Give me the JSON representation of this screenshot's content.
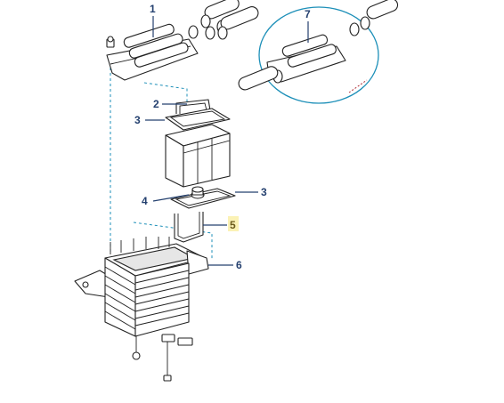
{
  "diagram": {
    "callouts": [
      {
        "id": "1",
        "label": "1"
      },
      {
        "id": "2",
        "label": "2"
      },
      {
        "id": "3a",
        "label": "3"
      },
      {
        "id": "3b",
        "label": "3"
      },
      {
        "id": "4",
        "label": "4"
      },
      {
        "id": "5",
        "label": "5",
        "highlighted": true
      },
      {
        "id": "6",
        "label": "6"
      },
      {
        "id": "7",
        "label": "7"
      }
    ],
    "colors": {
      "callout_text": "#24406f",
      "leader_line": "#24406f",
      "dashed_guide": "#1c8fb8",
      "inset_circle": "#1c8fb8",
      "highlight_fill": "#fbf2b5",
      "outline": "#222222"
    }
  }
}
